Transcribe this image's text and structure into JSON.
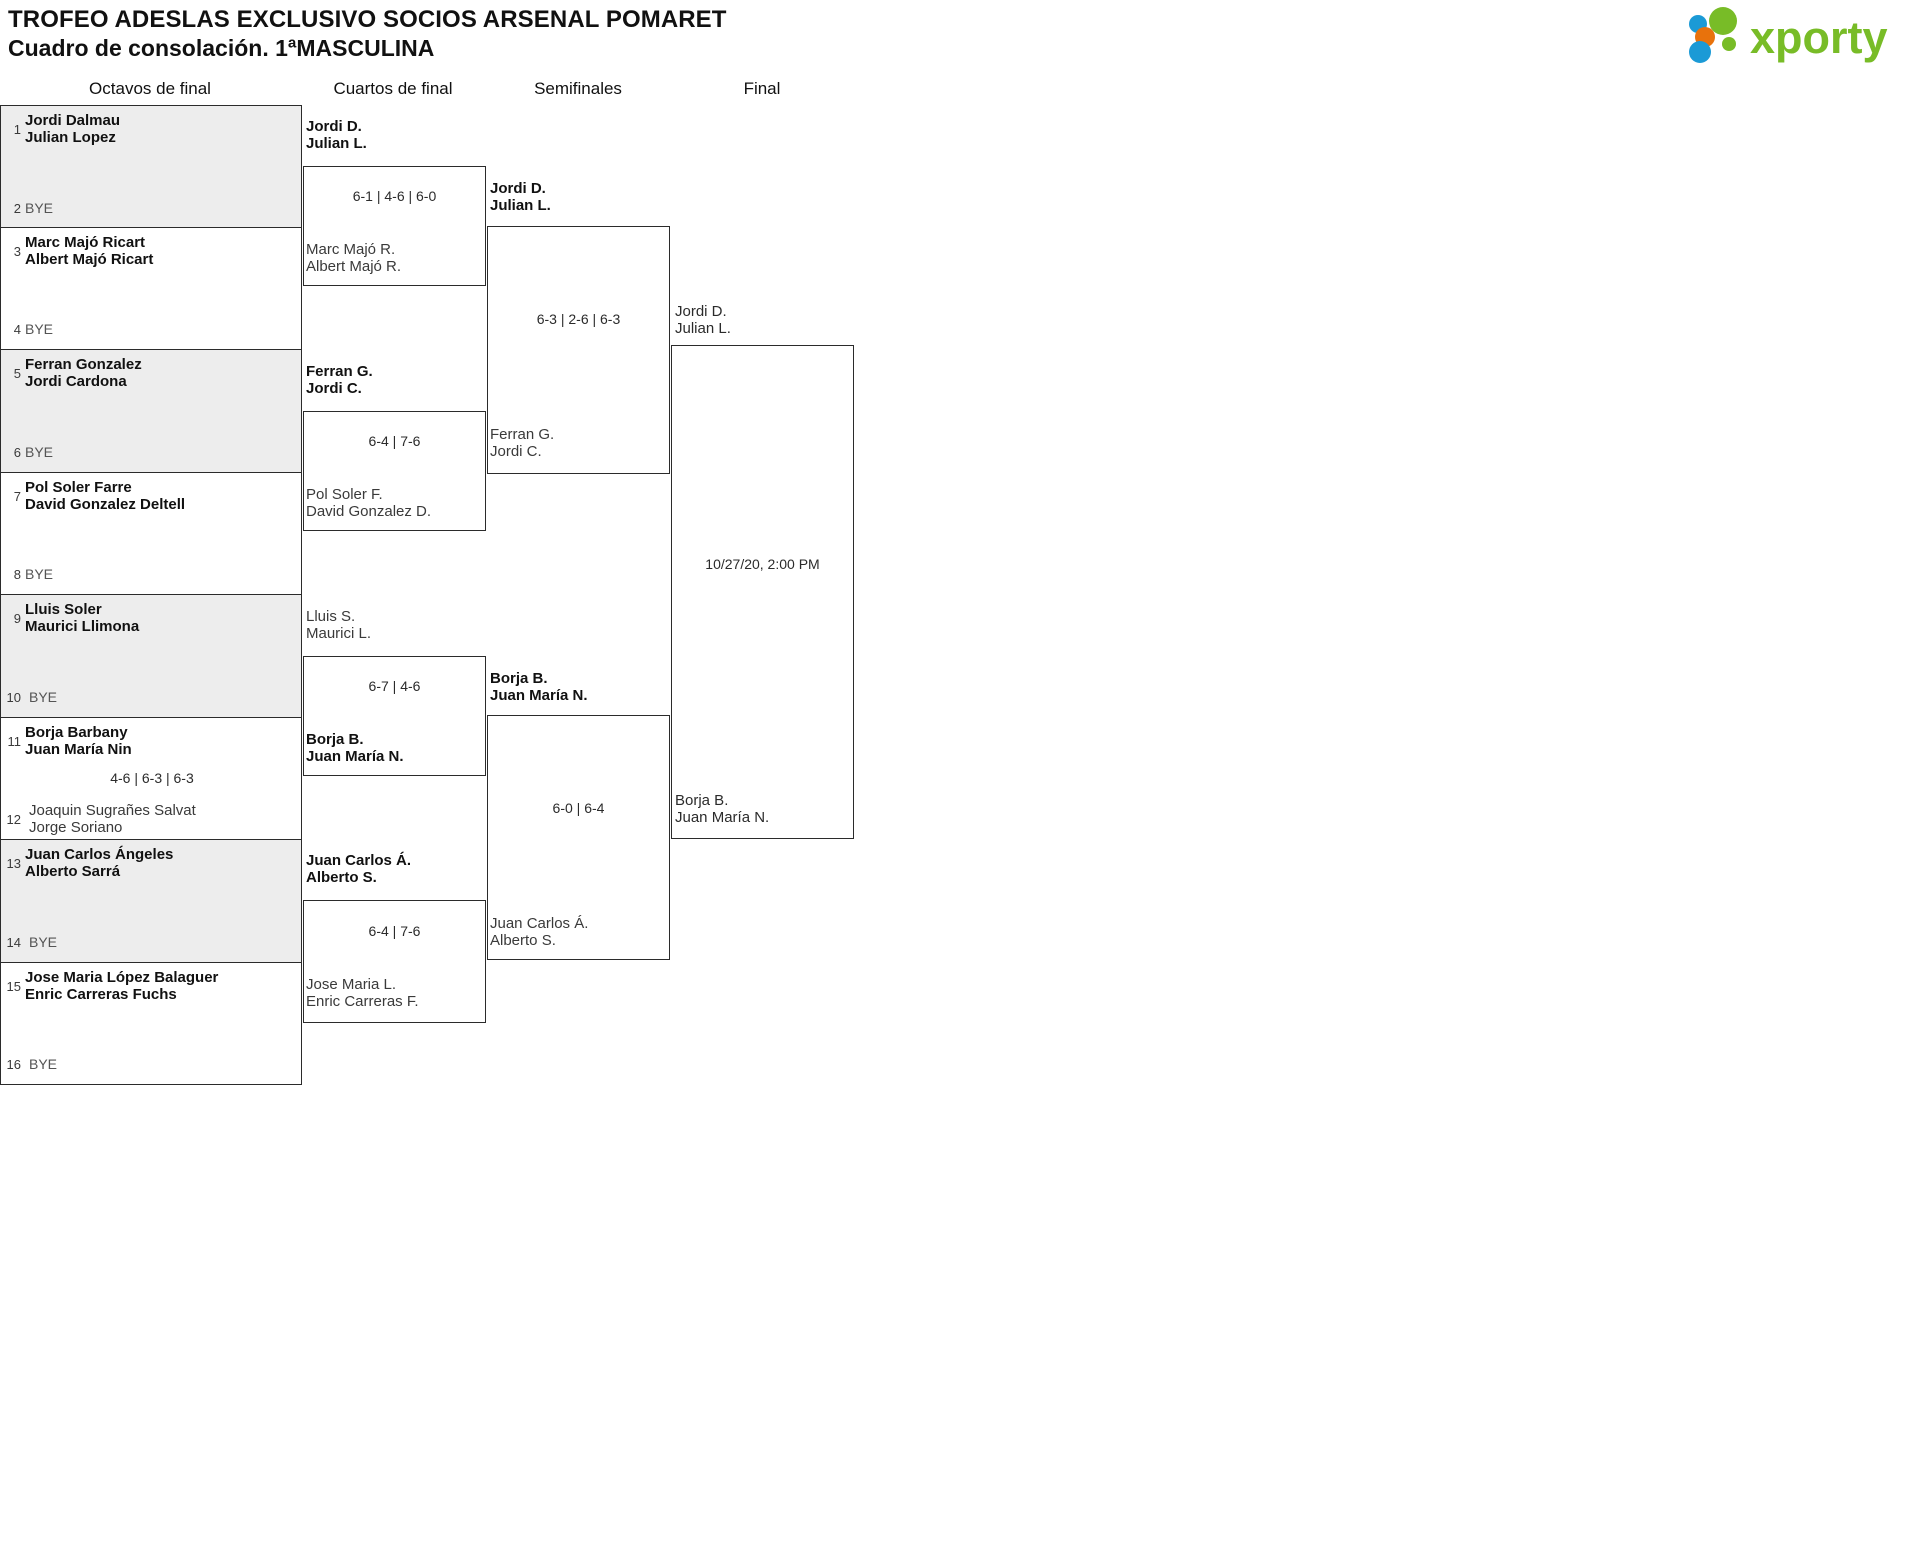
{
  "header": {
    "tournament_title": "TROFEO ADESLAS EXCLUSIVO SOCIOS ARSENAL POMARET",
    "bracket_subtitle": "Cuadro de consolación. 1ªMASCULINA",
    "logo_text": "xporty",
    "logo_colors": {
      "blue": "#1b9ad6",
      "orange": "#e8720c",
      "green": "#78bc27"
    }
  },
  "rounds": [
    {
      "id": "octavos",
      "label": "Octavos de final"
    },
    {
      "id": "cuartos",
      "label": "Cuartos de final"
    },
    {
      "id": "semifinales",
      "label": "Semifinales"
    },
    {
      "id": "final",
      "label": "Final"
    }
  ],
  "colors": {
    "shade": "#ededed",
    "line": "#2b2b2b",
    "text": "#111111",
    "muted": "#3a3a3a"
  },
  "round1": {
    "bye_label": "BYE",
    "groups": [
      {
        "seed_top": "1",
        "seed_bottom": "2",
        "shaded": true,
        "top_line1": "Jordi Dalmau",
        "top_line2": "Julian Lopez",
        "top_result": "winner",
        "bottom_bye": true,
        "bottom_line1": "BYE",
        "bottom_line2": "",
        "score": ""
      },
      {
        "seed_top": "3",
        "seed_bottom": "4",
        "shaded": false,
        "top_line1": "Marc Majó Ricart",
        "top_line2": "Albert Majó Ricart",
        "top_result": "winner",
        "bottom_bye": true,
        "bottom_line1": "BYE",
        "bottom_line2": "",
        "score": ""
      },
      {
        "seed_top": "5",
        "seed_bottom": "6",
        "shaded": true,
        "top_line1": "Ferran Gonzalez",
        "top_line2": "Jordi Cardona",
        "top_result": "winner",
        "bottom_bye": true,
        "bottom_line1": "BYE",
        "bottom_line2": "",
        "score": ""
      },
      {
        "seed_top": "7",
        "seed_bottom": "8",
        "shaded": false,
        "top_line1": "Pol Soler Farre",
        "top_line2": "David Gonzalez Deltell",
        "top_result": "winner",
        "bottom_bye": true,
        "bottom_line1": "BYE",
        "bottom_line2": "",
        "score": ""
      },
      {
        "seed_top": "9",
        "seed_bottom": "10",
        "shaded": true,
        "top_line1": "Lluis Soler",
        "top_line2": "Maurici Llimona",
        "top_result": "winner",
        "bottom_bye": true,
        "bottom_line1": "BYE",
        "bottom_line2": "",
        "score": ""
      },
      {
        "seed_top": "11",
        "seed_bottom": "12",
        "shaded": false,
        "top_line1": "Borja Barbany",
        "top_line2": "Juan María Nin",
        "top_result": "winner",
        "bottom_bye": false,
        "bottom_line1": "Joaquin Sugrañes Salvat",
        "bottom_line2": "Jorge Soriano",
        "score": "4-6 | 6-3 | 6-3"
      },
      {
        "seed_top": "13",
        "seed_bottom": "14",
        "shaded": true,
        "top_line1": "Juan Carlos Ángeles",
        "top_line2": "Alberto Sarrá",
        "top_result": "winner",
        "bottom_bye": true,
        "bottom_line1": "BYE",
        "bottom_line2": "",
        "score": ""
      },
      {
        "seed_top": "15",
        "seed_bottom": "16",
        "shaded": false,
        "top_line1": "Jose Maria López Balaguer",
        "top_line2": "Enric Carreras Fuchs",
        "top_result": "winner",
        "bottom_bye": true,
        "bottom_line1": "BYE",
        "bottom_line2": "",
        "score": ""
      }
    ]
  },
  "round2": {
    "matches": [
      {
        "id": "qf1",
        "top_line1": "Jordi D.",
        "top_line2": "Julian L.",
        "top_result": "winner",
        "bottom_line1": "Marc Majó R.",
        "bottom_line2": "Albert Majó R.",
        "bottom_result": "loser",
        "score": "6-1 | 4-6 | 6-0"
      },
      {
        "id": "qf2",
        "top_line1": "Ferran G.",
        "top_line2": "Jordi C.",
        "top_result": "winner",
        "bottom_line1": "Pol Soler F.",
        "bottom_line2": "David Gonzalez D.",
        "bottom_result": "loser",
        "score": "6-4 | 7-6"
      },
      {
        "id": "qf3",
        "top_line1": "Lluis S.",
        "top_line2": "Maurici L.",
        "top_result": "loser",
        "bottom_line1": "Borja B.",
        "bottom_line2": "Juan María N.",
        "bottom_result": "winner",
        "score": "6-7 | 4-6"
      },
      {
        "id": "qf4",
        "top_line1": "Juan Carlos Á.",
        "top_line2": "Alberto S.",
        "top_result": "winner",
        "bottom_line1": "Jose Maria L.",
        "bottom_line2": "Enric Carreras F.",
        "bottom_result": "loser",
        "score": "6-4 | 7-6"
      }
    ]
  },
  "round3": {
    "matches": [
      {
        "id": "sf1",
        "top_line1": "Jordi D.",
        "top_line2": "Julian L.",
        "top_result": "winner",
        "bottom_line1": "Ferran G.",
        "bottom_line2": "Jordi C.",
        "bottom_result": "loser",
        "score": "6-3 | 2-6 | 6-3"
      },
      {
        "id": "sf2",
        "top_line1": "Borja B.",
        "top_line2": "Juan María N.",
        "top_result": "winner",
        "bottom_line1": "Juan Carlos Á.",
        "bottom_line2": "Alberto S.",
        "bottom_result": "loser",
        "score": "6-0 | 6-4"
      }
    ]
  },
  "round4": {
    "match": {
      "id": "final",
      "top_line1": "Jordi D.",
      "top_line2": "Julian L.",
      "top_result": "plain",
      "bottom_line1": "Borja B.",
      "bottom_line2": "Juan María N.",
      "bottom_result": "plain",
      "score": "10/27/20, 2:00 PM"
    }
  }
}
